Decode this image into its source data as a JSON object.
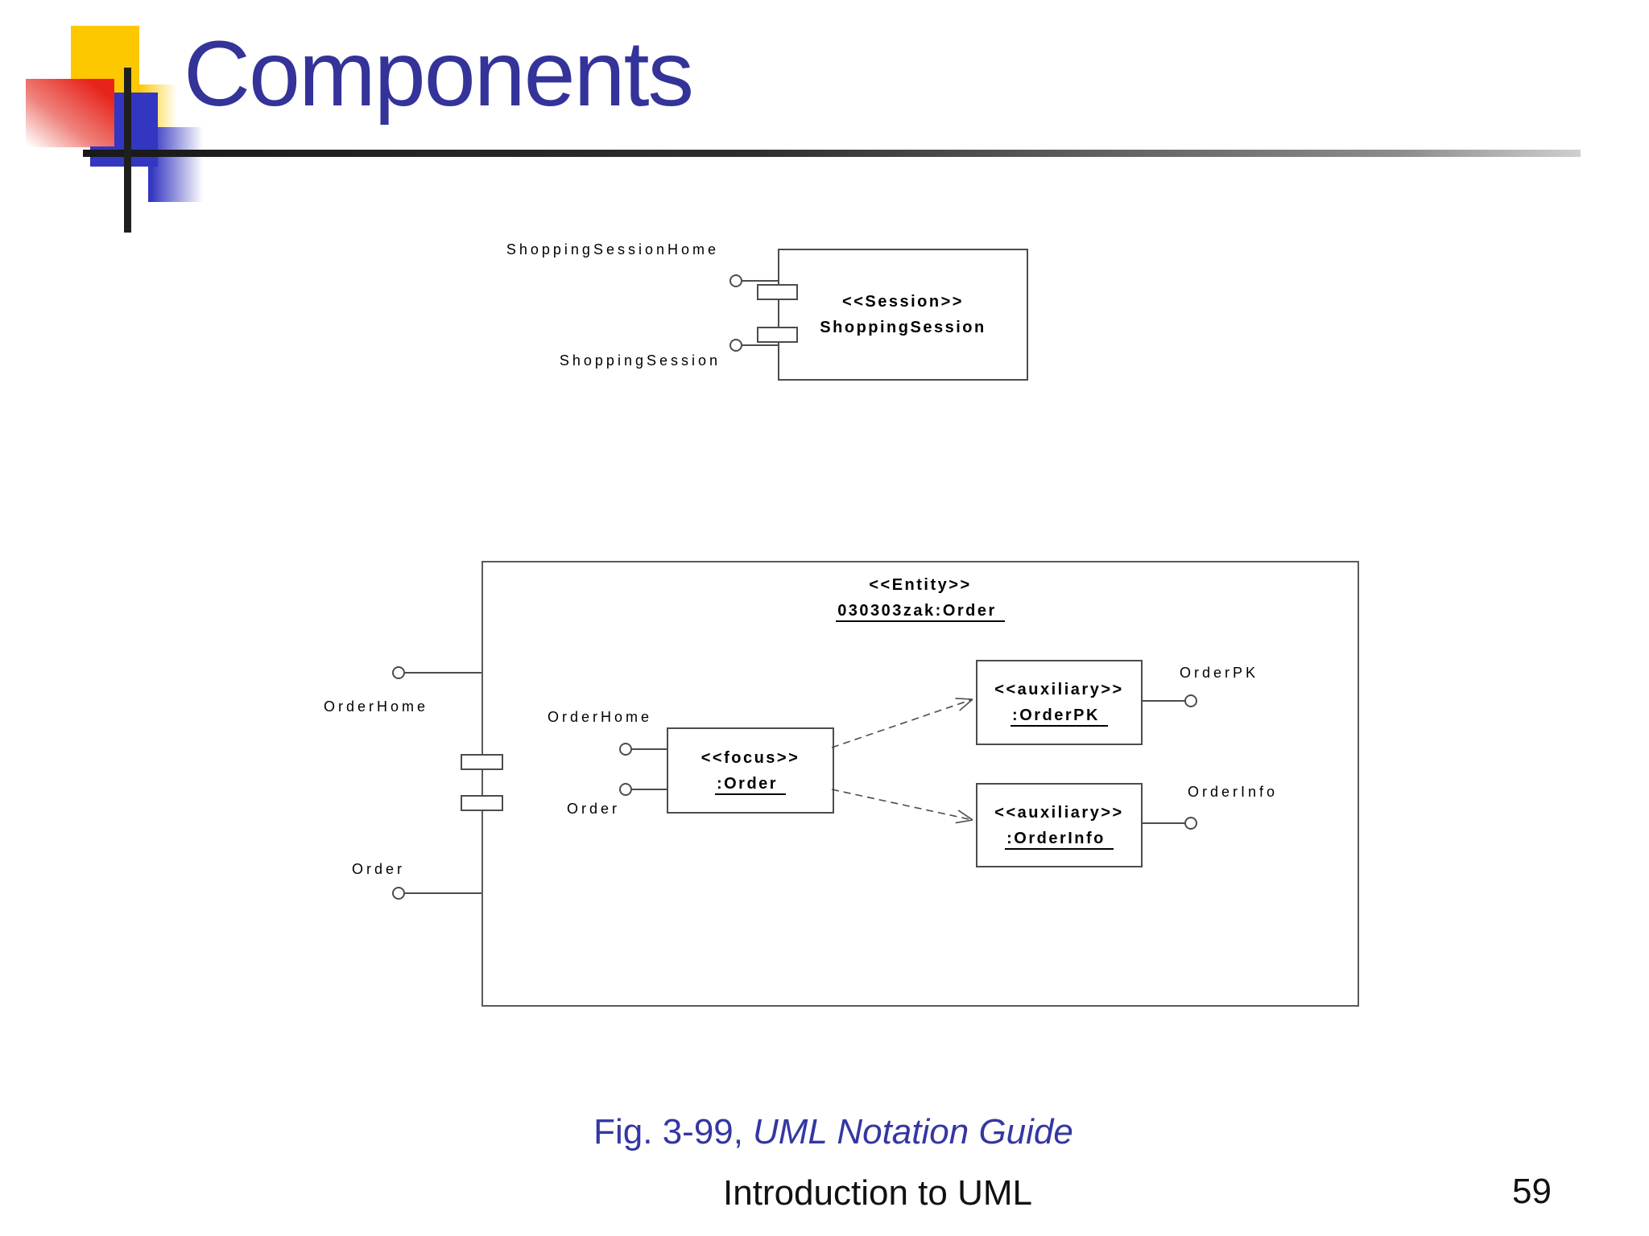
{
  "slide": {
    "title": "Components",
    "caption": {
      "prefix": "Fig. 3-99,",
      "source": "UML Notation Guide"
    },
    "footer": {
      "text": "Introduction to UML",
      "page": "59"
    }
  },
  "shopping_component": {
    "stereotype": "<<Session>>",
    "name": "ShoppingSession",
    "provided_interfaces": [
      {
        "label": "ShoppingSessionHome"
      },
      {
        "label": "ShoppingSession"
      }
    ]
  },
  "order_component": {
    "stereotype": "<<Entity>>",
    "name": "030303zak:Order",
    "provided_interfaces": [
      {
        "label": "OrderHome"
      },
      {
        "label": "Order"
      }
    ],
    "focus_class": {
      "stereotype": "<<focus>>",
      "name": ":Order",
      "provided_interfaces": [
        {
          "label": "OrderHome"
        },
        {
          "label": "Order"
        }
      ]
    },
    "auxiliary_classes": [
      {
        "stereotype": "<<auxiliary>>",
        "name": ":OrderPK",
        "interface_label": "OrderPK"
      },
      {
        "stereotype": "<<auxiliary>>",
        "name": ":OrderInfo",
        "interface_label": "OrderInfo"
      }
    ]
  }
}
